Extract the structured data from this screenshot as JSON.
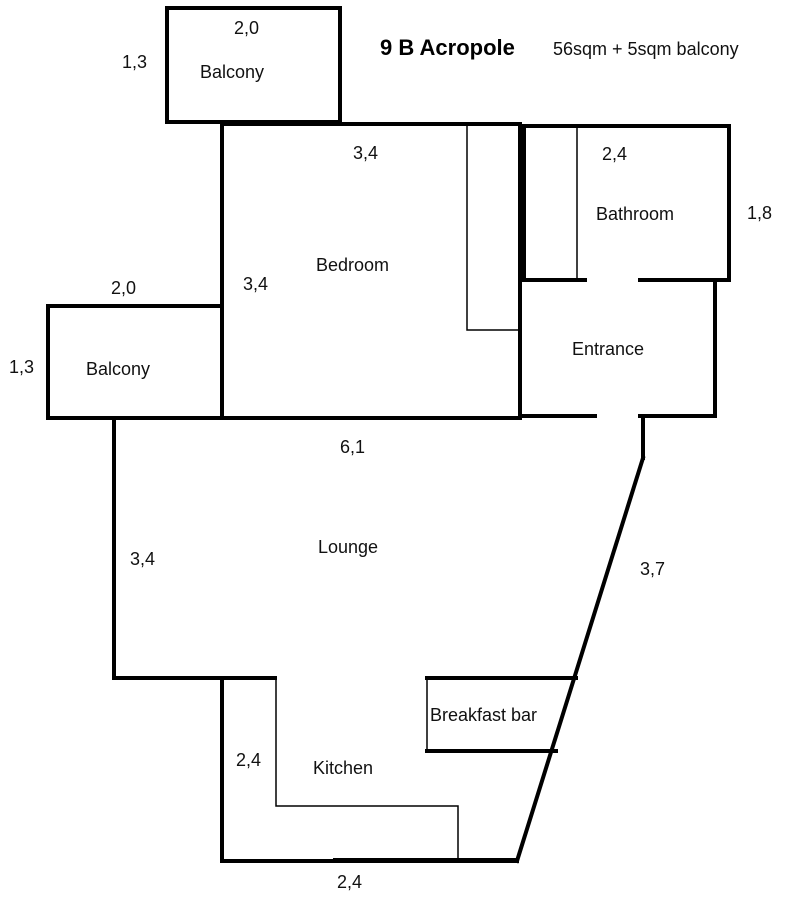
{
  "title": {
    "name": "9 B Acropole",
    "area": "56sqm + 5sqm balcony"
  },
  "rooms": {
    "balcony_top": "Balcony",
    "balcony_left": "Balcony",
    "bedroom": "Bedroom",
    "bathroom": "Bathroom",
    "entrance": "Entrance",
    "lounge": "Lounge",
    "kitchen": "Kitchen",
    "breakfast_bar": "Breakfast bar"
  },
  "dimensions": {
    "balcony_top_width": "2,0",
    "balcony_top_depth": "1,3",
    "bedroom_width": "3,4",
    "bedroom_depth": "3,4",
    "bathroom_width": "2,4",
    "bathroom_depth": "1,8",
    "balcony_left_width": "2,0",
    "balcony_left_depth": "1,3",
    "lounge_width": "6,1",
    "lounge_depth": "3,4",
    "diagonal_wall": "3,7",
    "kitchen_depth": "2,4",
    "kitchen_width": "2,4"
  }
}
